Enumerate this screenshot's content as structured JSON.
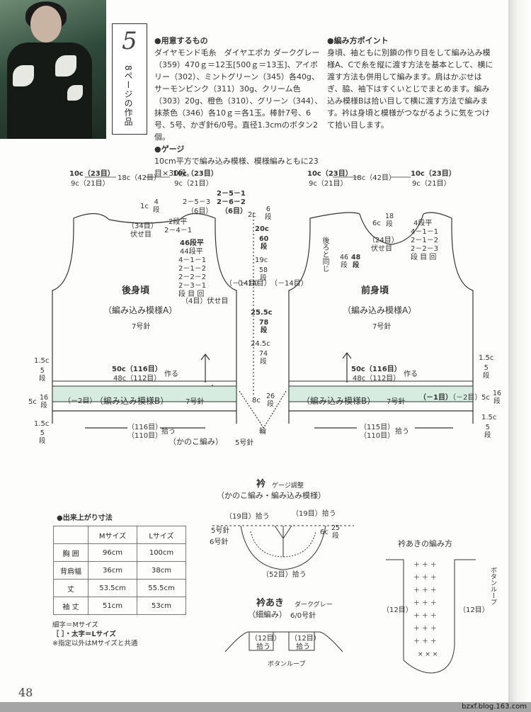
{
  "header": {
    "badge_number": "5",
    "badge_caption": "8ページの作品",
    "materials_heading": "●用意するもの",
    "materials_body": "ダイヤモンド毛糸　ダイヤエポカ ダークグレー（359）470ｇ＝12玉[500ｇ＝13玉]、アイボリー（302）、ミントグリーン（345）各40g、サーモンピンク（311）30g、クリーム色（303）20g、橙色（310）、グリーン（344）、抹茶色（346）各10ｇ＝各1玉。棒針7号、6号、5号、かぎ針6/0号。直径1.3cmのボタン2個。",
    "gauge_heading": "●ゲージ",
    "gauge_body": "10cm平方で編み込み模様、模様編みともに23目×30段。",
    "points_heading": "●編み方ポイント",
    "points_body": "身頃、袖ともに別鎖の作り目をして編み込み模様A、Cで糸を縦に渡す方法を基本として、横に渡す方法も併用して編みます。肩はかぶせはぎ、脇、袖下はすくいとじでまとめます。編み込み模様Bは拾い目して横に渡す方法で編みます。衿は身頃と模様がつながるように気をつけて拾い目します。"
  },
  "back": {
    "title": "後身頃",
    "pattern": "（編み込み模様A）",
    "needle": "7号針",
    "shoulder_l_a": "10c（23目）",
    "shoulder_l_b": "9c（21目）",
    "neck_width": "18c（42目）",
    "shoulder_r_a": "10c（23目）",
    "shoulder_r_b": "9c（21目）",
    "neck_1c": "1c",
    "neck_4dan": "4\n段",
    "neck_34": "（34目）",
    "neck_fuse": "伏せ目",
    "neck_253": "2－5－3",
    "neck_6me": "（6目）",
    "neck_251": "2－5－1",
    "neck_262": "2－6－2",
    "neck_6me_b": "（6目）",
    "arm_2dan": "2段平",
    "arm_241": "2－4－1",
    "arm_46": "46段平",
    "arm_44": "44段平",
    "arm_list": "4－1－1\n2－1－2\n2－2－2\n2－3－1\n段 目 回",
    "arm_4me": "（4目）伏せ目",
    "arm_14": "（－14目）",
    "width_50": "50c（116目）",
    "width_48": "48c（112目）",
    "saku": "作る",
    "band_minus2": "（－2目）",
    "band_pattern": "（編み込み模様B）",
    "band_needle": "7号針",
    "hem_116": "（116目）",
    "hem_110": "（110目）",
    "hiro": "拾う",
    "hem_pattern": "（かのこ編み）",
    "hem_needle": "5号針",
    "s15_a": "1.5c",
    "s5dan_a": "5\n段",
    "s5c": "5c",
    "s16dan": "16\n段",
    "s15_b": "1.5c",
    "s5dan_b": "5\n段"
  },
  "middle": {
    "c2": "2c",
    "c2_6dan": "6\n段",
    "c20": "20c",
    "c60dan": "60\n段",
    "c19": "19c",
    "c58dan": "58\n段",
    "c255": "25.5c",
    "c78dan": "78\n段",
    "c245": "24.5c",
    "c74dan": "74\n段",
    "c8": "8c",
    "c26dan": "26\n段",
    "wa": "輪",
    "m14_l": "（－14目）",
    "m14_r": "（－14目）"
  },
  "front": {
    "title": "前身頃",
    "pattern": "（編み込み模様A）",
    "needle": "7号針",
    "shoulder_l_a": "10c（23目）",
    "shoulder_l_b": "9c（21目）",
    "neck_width": "18c（42目）",
    "shoulder_r_a": "10c（23目）",
    "shoulder_r_b": "9c（21目）",
    "neck_18dan": "18\n段",
    "neck_6c": "6c",
    "neck_24": "（24目）",
    "neck_fuse": "伏せ目",
    "ushiro": "後ろと同じ",
    "d46": "46\n段",
    "d48": "48\n段",
    "neck_4dan": "4段平",
    "neck_list": "4－1－1\n2－1－2\n2－2－3\n段 目 回",
    "width_50": "50c（116目）",
    "width_48": "48c（112目）",
    "saku": "作る",
    "band_minus1": "（－1目）",
    "band_minus2": "（－2目）",
    "band_pattern": "（編み込み模様B）",
    "band_needle": "7号針",
    "hem_115": "（115目）",
    "hem_110": "（110目）",
    "hiro": "拾う",
    "s15_a": "1.5c",
    "s5dan_a": "5\n段",
    "s5c": "5c",
    "s16dan": "16\n段",
    "s15_b": "1.5c",
    "s5dan_b": "5\n段"
  },
  "collar": {
    "title": "衿",
    "gauge_note": "ゲージ調整",
    "pattern": "（かのこ編み・編み込み模様）",
    "pick19_l": "（19目）拾う",
    "pick19_r": "（19目）拾う",
    "n5": "5号針",
    "n6": "6号針",
    "c6": "6c",
    "dan25": "25\n段",
    "pick52": "（52目）拾う"
  },
  "placket": {
    "title": "衿あき",
    "color": "ダークグレー",
    "pattern": "（細編み）",
    "hook": "6/0号針",
    "pick12_l": "（12目）",
    "pick12_r": "（12目）",
    "hiro_l": "拾う",
    "hiro_r": "拾う",
    "loop": "ボタンループ"
  },
  "howto": {
    "title": "衿あきの編み方",
    "me12_l": "（12目）",
    "me12_r": "（12目）",
    "loop_v": "ボタンループ"
  },
  "sizes": {
    "heading": "●出来上がり寸法",
    "header": [
      "",
      "Mサイズ",
      "Lサイズ"
    ],
    "rows": [
      [
        "胸 囲",
        "96cm",
        "100cm"
      ],
      [
        "背肩幅",
        "36cm",
        "38cm"
      ],
      [
        "丈",
        "53.5cm",
        "55.5cm"
      ],
      [
        "袖 丈",
        "51cm",
        "53cm"
      ]
    ]
  },
  "footnote": {
    "line1": "細字＝Mサイズ",
    "line2": "［ ］・太字＝Lサイズ",
    "line3": "※指定以外はMサイズと共通"
  },
  "page_number": "48",
  "watermark": "bzxf.blog.163.com",
  "colors": {
    "band": "#cfe8d4",
    "ink": "#333333",
    "photo_bg": "#2f4a3a"
  }
}
